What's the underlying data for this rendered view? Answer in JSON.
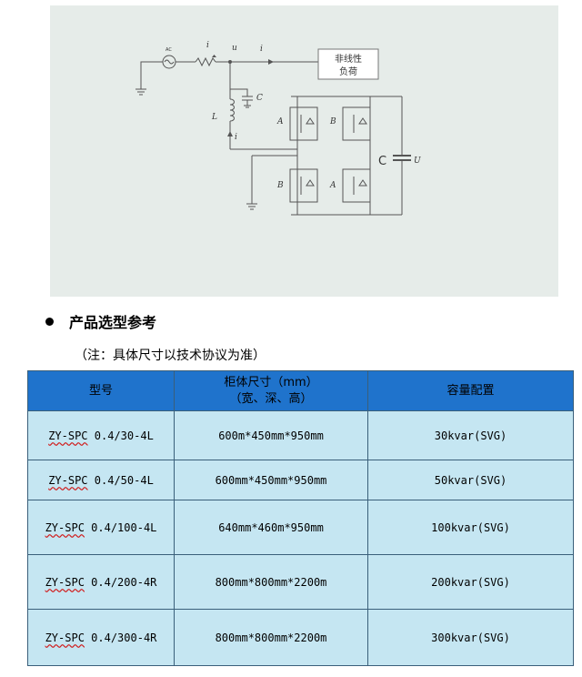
{
  "diagram": {
    "load_box": {
      "line1": "非线性",
      "line2": "负荷"
    },
    "labels": {
      "i_s": "i",
      "u_l": "u",
      "i_l": "i",
      "c_m": "C",
      "l_m": "L",
      "i_c": "i",
      "cap": "C",
      "u_c": "U",
      "a": "A",
      "b": "B",
      "ac": "AC"
    }
  },
  "section": {
    "title": "产品选型参考"
  },
  "note": "（注：具体尺寸以技术协议为准）",
  "table": {
    "headers": {
      "model": "型号",
      "size_line1": "柜体尺寸（mm）",
      "size_line2": "（宽、深、高）",
      "capacity": "容量配置"
    },
    "rows": [
      {
        "prefix": "ZY-SPC",
        "suffix": " 0.4/30-4L",
        "size": "600m*450mm*950mm",
        "capacity": "30kvar(SVG)"
      },
      {
        "prefix": "ZY-SPC",
        "suffix": " 0.4/50-4L",
        "size": "600mm*450mm*950mm",
        "capacity": "50kvar(SVG)"
      },
      {
        "prefix": "ZY-SPC",
        "suffix": " 0.4/100-4L",
        "size": "640mm*460m*950mm",
        "capacity": "100kvar(SVG)"
      },
      {
        "prefix": "ZY-SPC",
        "suffix": " 0.4/200-4R",
        "size": "800mm*800mm*2200m",
        "capacity": "200kvar(SVG)"
      },
      {
        "prefix": "ZY-SPC",
        "suffix": " 0.4/300-4R",
        "size": "800mm*800mm*2200m",
        "capacity": "300kvar(SVG)"
      }
    ]
  }
}
